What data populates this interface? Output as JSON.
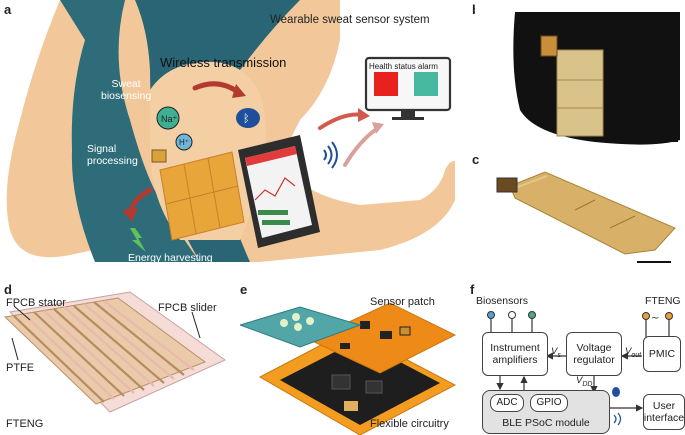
{
  "panels": {
    "a": {
      "letter": "a",
      "title": "Wearable sweat sensor system",
      "wireless": "Wireless transmission",
      "sweat": "Sweat\nbiosensing",
      "signal": "Signal\nprocessing",
      "energy": "Energy harvesting",
      "alarm": "Health status alarm",
      "ion_na": "Na⁺",
      "ion_h": "H⁺"
    },
    "b": {
      "letter": "b"
    },
    "c": {
      "letter": "c"
    },
    "d": {
      "letter": "d",
      "stator": "FPCB stator",
      "slider": "FPCB slider",
      "ptfe": "PTFE",
      "title": "FTENG"
    },
    "e": {
      "letter": "e",
      "patch": "Sensor patch",
      "circuitry": "Flexible circuitry"
    },
    "f": {
      "letter": "f",
      "biosensors": "Biosensors",
      "fteng": "FTENG",
      "amplifiers": "Instrument\namplifiers",
      "regulator": "Voltage\nregulator",
      "pmic": "PMIC",
      "adc": "ADC",
      "gpio": "GPIO",
      "ble": "BLE PSoC module",
      "ui": "User\ninterface",
      "vs": "V",
      "vs_sub": "s",
      "vout": "V",
      "vout_sub": "out",
      "vdd": "V",
      "vdd_sub": "DD"
    }
  },
  "colors": {
    "shirt": "#2f6c7a",
    "skin": "#f2c89a",
    "patch": "#e8a53a",
    "alarm_red": "#e8201e",
    "alarm_teal": "#47b9a0",
    "fteng_base": "#eacaa8",
    "fteng_stripe": "#f1d7d0"
  }
}
